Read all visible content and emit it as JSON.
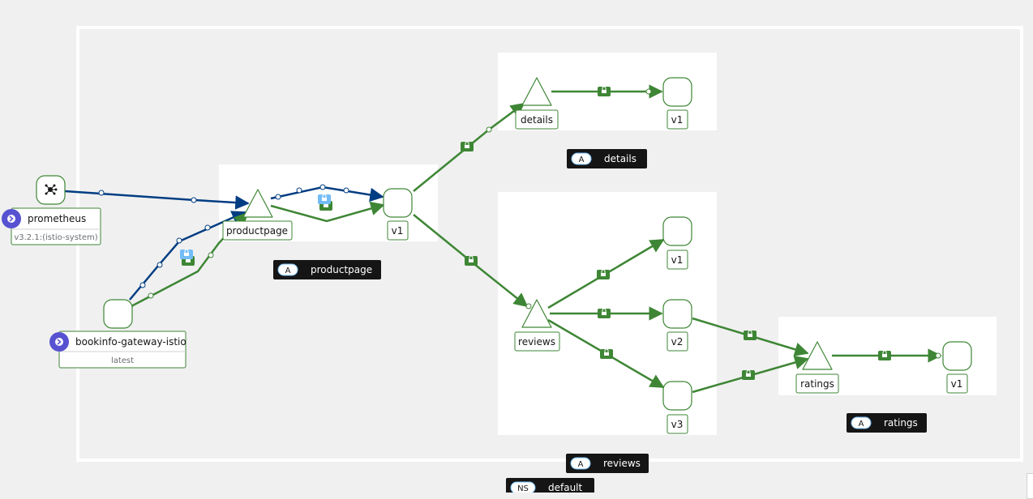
{
  "namespace": {
    "badge": "NS",
    "name": "default"
  },
  "app_groups": [
    {
      "id": "productpage",
      "badge": "A",
      "name": "productpage"
    },
    {
      "id": "details",
      "badge": "A",
      "name": "details"
    },
    {
      "id": "reviews",
      "badge": "A",
      "name": "reviews"
    },
    {
      "id": "ratings",
      "badge": "A",
      "name": "ratings"
    }
  ],
  "nodes": {
    "prometheus": {
      "name": "prometheus",
      "version": "v3.2.1:(istio-system)",
      "icon": "prometheus-service-icon"
    },
    "gateway": {
      "name": "bookinfo-gateway-istio",
      "version": "latest"
    },
    "productpage_service": {
      "name": "productpage"
    },
    "productpage_v1": {
      "name": "v1"
    },
    "details_service": {
      "name": "details"
    },
    "details_v1": {
      "name": "v1"
    },
    "reviews_service": {
      "name": "reviews"
    },
    "reviews_v1": {
      "name": "v1"
    },
    "reviews_v2": {
      "name": "v2"
    },
    "reviews_v3": {
      "name": "v3"
    },
    "ratings_service": {
      "name": "ratings"
    },
    "ratings_v1": {
      "name": "v1"
    }
  },
  "colors": {
    "healthy_edge": "#3e8635",
    "tcp_edge": "#003d82",
    "node_border": "#3e8635",
    "badge_bg": "#151515",
    "mtls_blue": "#73bcf7",
    "external_badge": "#5752d1"
  },
  "icons": [
    "lock-icon",
    "prometheus-service-icon",
    "external-arrow-icon"
  ]
}
